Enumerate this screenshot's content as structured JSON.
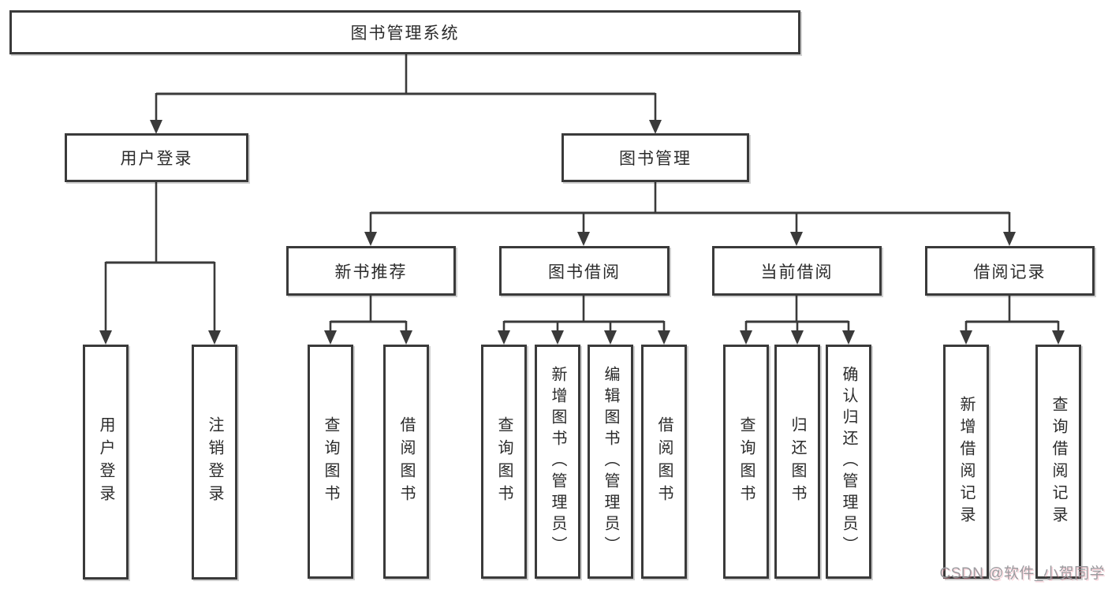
{
  "diagram": {
    "title": "图书管理系统",
    "branches": [
      {
        "label": "用户登录",
        "children": [
          {
            "label": "用户登录"
          },
          {
            "label": "注销登录"
          }
        ]
      },
      {
        "label": "图书管理",
        "children": [
          {
            "label": "新书推荐",
            "children": [
              {
                "label": "查询图书"
              },
              {
                "label": "借阅图书"
              }
            ]
          },
          {
            "label": "图书借阅",
            "children": [
              {
                "label": "查询图书"
              },
              {
                "label": "新增图书（管理员）"
              },
              {
                "label": "编辑图书（管理员）"
              },
              {
                "label": "借阅图书"
              }
            ]
          },
          {
            "label": "当前借阅",
            "children": [
              {
                "label": "查询图书"
              },
              {
                "label": "归还图书"
              },
              {
                "label": "确认归还（管理员）"
              }
            ]
          },
          {
            "label": "借阅记录",
            "children": [
              {
                "label": "新增借阅记录"
              },
              {
                "label": "查询借阅记录"
              }
            ]
          }
        ]
      }
    ]
  },
  "watermark": {
    "text": "CSDN @软件_小贺同学"
  },
  "colors": {
    "line": "#3a3a3a",
    "box_border": "#3a3a3a",
    "text": "#2b2b2b",
    "watermark_gray": "#9b9b9f",
    "watermark_pink": "#eb8296",
    "background": "#ffffff"
  }
}
